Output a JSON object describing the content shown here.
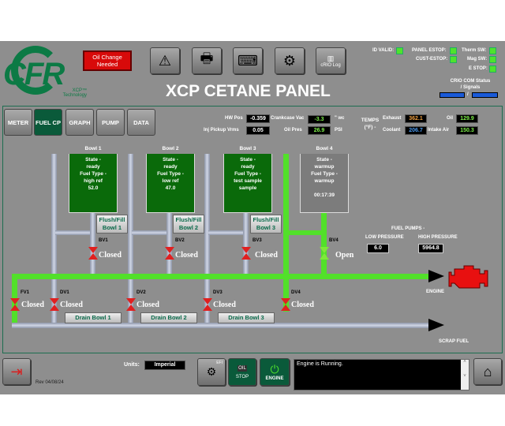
{
  "header": {
    "title": "XCP CETANE PANEL",
    "logo": "CFR",
    "logo_sub": "XCP™ Technology",
    "oil_change": "Oil Change Needed",
    "crio_log": "cRIO Log",
    "crio_com": "CRIO COM Status / Signals",
    "crio_sep": "/"
  },
  "indicators": {
    "id_valid": "ID VALID:",
    "panel_estop": "PANEL ESTOP:",
    "cust_estop": "CUST-ESTOP:",
    "therm_sw": "Therm SW:",
    "mag_sw": "Mag SW:",
    "estop": "E STOP:"
  },
  "tabs": [
    "METER",
    "FUEL CP",
    "GRAPH",
    "PUMP",
    "DATA"
  ],
  "readings": {
    "hw_pos_label": "HW Pos",
    "hw_pos": "-0.359",
    "inj_label": "Inj Pickup Vrms",
    "inj": "0.05",
    "crank_label": "Crankcase Vac",
    "crank": "-3.3",
    "crank_unit": "\" wc",
    "oil_pres_label": "Oil Pres",
    "oil_pres": "26.9",
    "oil_pres_unit": "PSI",
    "temps_label": "TEMPS (°F) -",
    "exhaust_label": "Exhaust",
    "exhaust": "362.1",
    "coolant_label": "Coolant",
    "coolant": "206.7",
    "oil_label": "Oil",
    "oil": "129.9",
    "intake_label": "Intake Air",
    "intake": "150.3"
  },
  "bowls": [
    {
      "title": "Bowl 1",
      "lines": [
        "State -",
        "ready",
        "Fuel Type -",
        "high ref",
        "52.0"
      ],
      "flush": "Flush/Fill Bowl 1",
      "valve": "BV1",
      "state": "Closed"
    },
    {
      "title": "Bowl 2",
      "lines": [
        "State -",
        "ready",
        "Fuel Type -",
        "low ref",
        "47.0"
      ],
      "flush": "Flush/Fill Bowl 2",
      "valve": "BV2",
      "state": "Closed"
    },
    {
      "title": "Bowl 3",
      "lines": [
        "State -",
        "ready",
        "Fuel Type -",
        "test sample",
        "sample"
      ],
      "flush": "Flush/Fill Bowl 3",
      "valve": "BV3",
      "state": "Closed"
    },
    {
      "title": "Bowl 4",
      "lines": [
        "State -",
        "warmup",
        "Fuel Type -",
        "warmup",
        "",
        "00:17:39"
      ],
      "valve": "BV4",
      "state": "Open"
    }
  ],
  "lower_valves": [
    {
      "id": "FV1",
      "state": "Closed"
    },
    {
      "id": "DV1",
      "state": "Closed"
    },
    {
      "id": "DV2",
      "state": "Closed"
    },
    {
      "id": "DV3",
      "state": "Closed"
    },
    {
      "id": "DV4",
      "state": "Closed"
    }
  ],
  "drain": [
    "Drain Bowl 1",
    "Drain Bowl 2",
    "Drain Bowl 3"
  ],
  "pumps": {
    "title": "FUEL PUMPS -",
    "low_label": "LOW PRESSURE",
    "low": "6.0",
    "high_label": "HIGH PRESSURE",
    "high": "5964.8"
  },
  "engine_label": "ENGINE",
  "scrap_label": "SCRAP FUEL",
  "footer": {
    "rev": "Rev 04/08/24",
    "units_label": "Units:",
    "units": "Imperial",
    "efi": "EFI",
    "oil": "OIL",
    "stop": "STOP",
    "engine": "ENGINE",
    "status": "Engine is Running."
  },
  "colors": {
    "green_pipe": "#52e02a",
    "valve_closed": "#e02020",
    "valve_open": "#7ee83a",
    "panel": "#8e8e8e"
  }
}
